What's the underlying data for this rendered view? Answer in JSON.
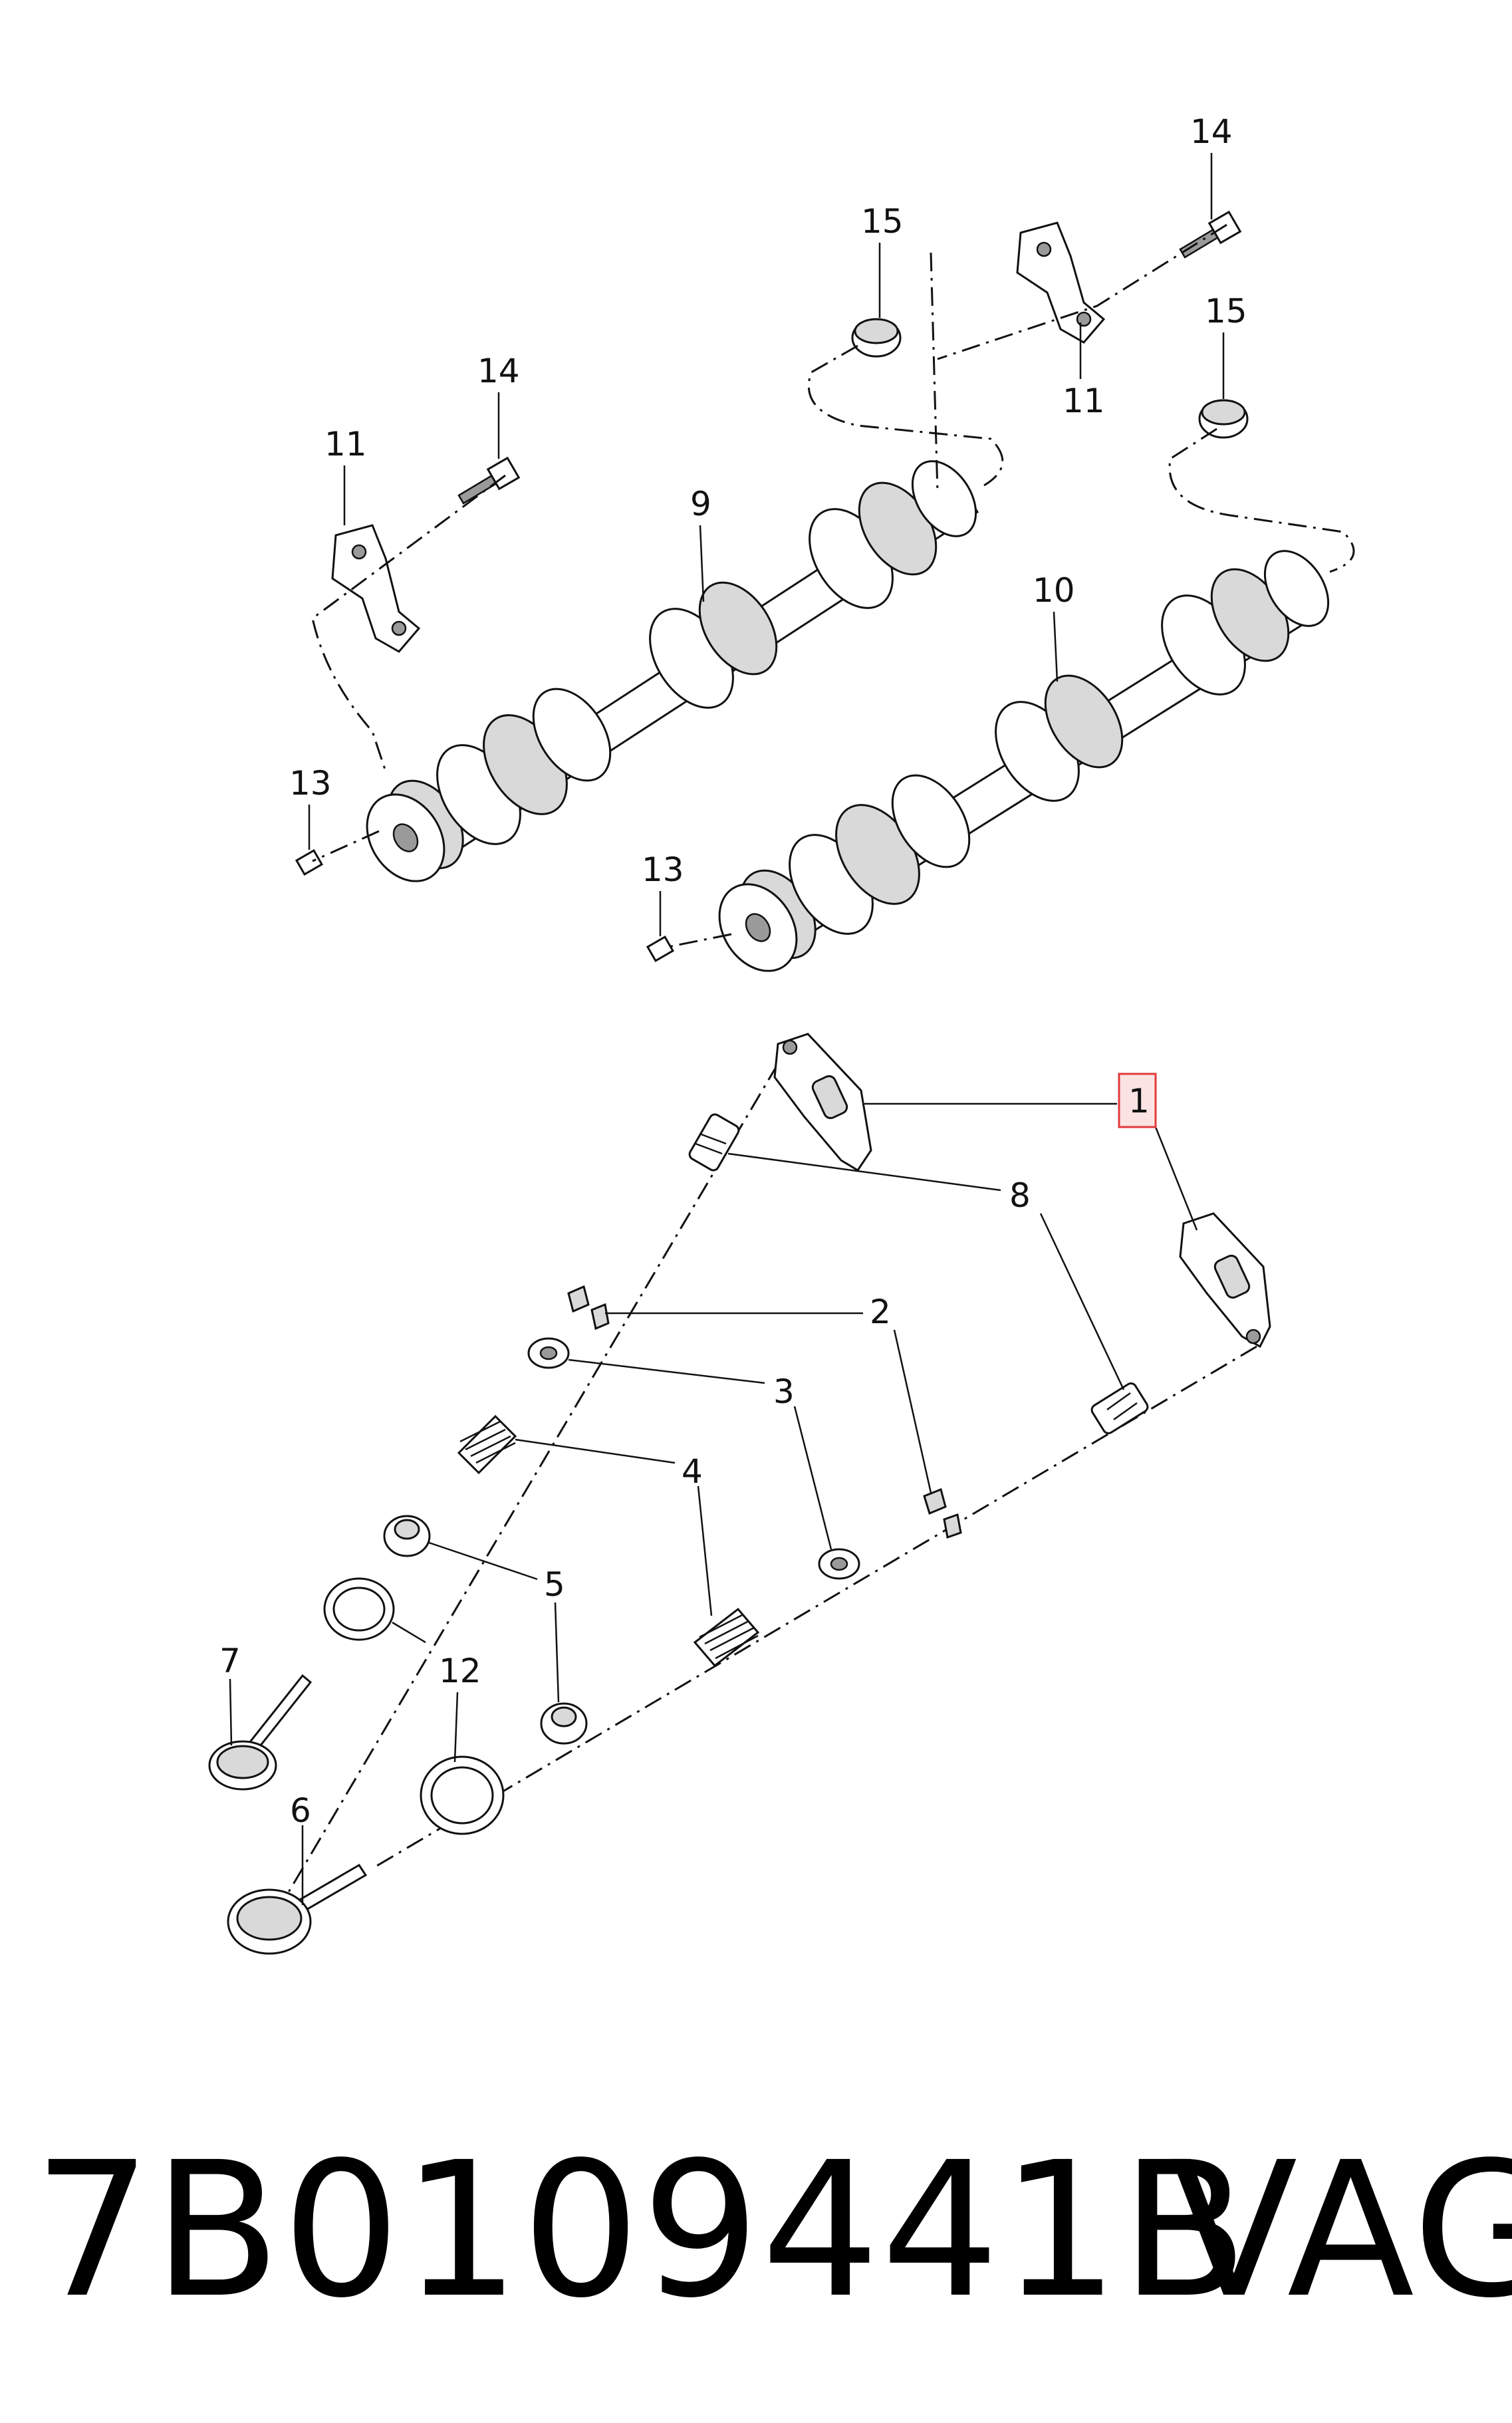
{
  "callouts": {
    "c1": "1",
    "c2": "2",
    "c3": "3",
    "c4": "4",
    "c5": "5",
    "c6": "6",
    "c7": "7",
    "c8": "8",
    "c9": "9",
    "c10": "10",
    "c11a": "11",
    "c11b": "11",
    "c12": "12",
    "c13a": "13",
    "c13b": "13",
    "c14a": "14",
    "c14b": "14",
    "c15a": "15",
    "c15b": "15"
  },
  "highlight_color": "#e23a3a",
  "caption": {
    "part_number": "7B0109441B",
    "brand": "VAG"
  }
}
